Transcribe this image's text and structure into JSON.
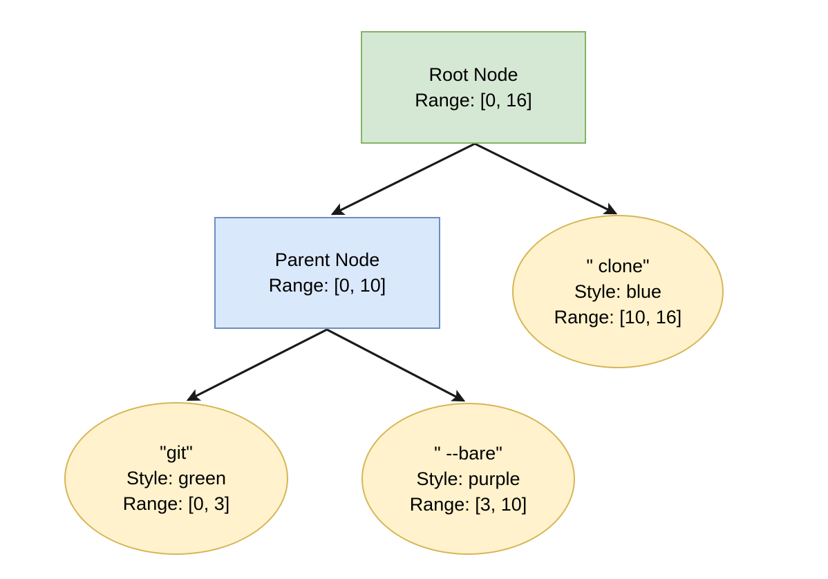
{
  "diagram": {
    "type": "tree",
    "title": "",
    "background_color": "#ffffff",
    "edge_color": "#1a1a1a",
    "nodes": [
      {
        "id": "root",
        "shape": "rectangle",
        "fill_color": "#d5e8d4",
        "border_color": "#82b366",
        "lines": [
          "Root Node",
          "Range: [0, 16]"
        ],
        "line1": "Root Node",
        "line2": "Range: [0, 16]",
        "line3": ""
      },
      {
        "id": "parent",
        "shape": "rectangle",
        "fill_color": "#dae8fc",
        "border_color": "#6c8ebf",
        "lines": [
          "Parent Node",
          "Range: [0, 10]"
        ],
        "line1": "Parent Node",
        "line2": "Range: [0, 10]",
        "line3": ""
      },
      {
        "id": "clone",
        "shape": "ellipse",
        "fill_color": "#fff2cc",
        "border_color": "#d6b656",
        "lines": [
          "\" clone\"",
          "Style: blue",
          "Range: [10, 16]"
        ],
        "line1": "\" clone\"",
        "line2": "Style: blue",
        "line3": "Range: [10, 16]"
      },
      {
        "id": "git",
        "shape": "ellipse",
        "fill_color": "#fff2cc",
        "border_color": "#d6b656",
        "lines": [
          "\"git\"",
          "Style: green",
          "Range: [0, 3]"
        ],
        "line1": "\"git\"",
        "line2": "Style: green",
        "line3": "Range: [0, 3]"
      },
      {
        "id": "bare",
        "shape": "ellipse",
        "fill_color": "#fff2cc",
        "border_color": "#d6b656",
        "lines": [
          "\" --bare\"",
          "Style: purple",
          "Range: [3, 10]"
        ],
        "line1": "\" --bare\"",
        "line2": "Style: purple",
        "line3": "Range: [3, 10]"
      }
    ],
    "edges": [
      {
        "id": "root-parent",
        "from": "root",
        "to": "parent",
        "label": "",
        "arrow": "filled-triangle"
      },
      {
        "id": "root-clone",
        "from": "root",
        "to": "clone",
        "label": "",
        "arrow": "filled-triangle"
      },
      {
        "id": "parent-git",
        "from": "parent",
        "to": "git",
        "label": "",
        "arrow": "filled-triangle"
      },
      {
        "id": "parent-bare",
        "from": "parent",
        "to": "bare",
        "label": "",
        "arrow": "filled-triangle"
      }
    ]
  }
}
